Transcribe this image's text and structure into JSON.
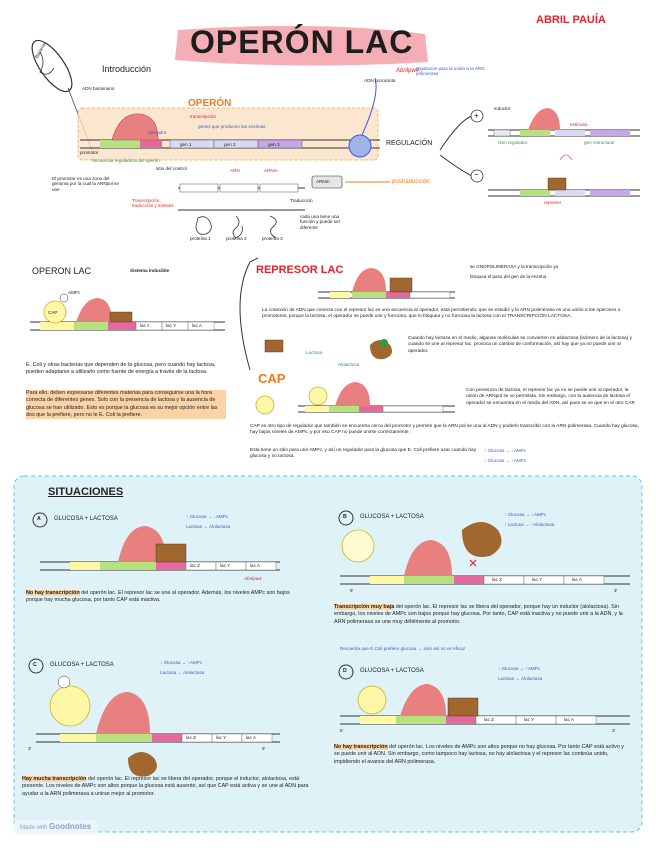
{
  "header": {
    "title": "OPERÓN LAC",
    "author": "ABRIL PAUÍA",
    "signature": "Abrilpw4"
  },
  "colors": {
    "title_highlight": "#f3a0a8",
    "operon_box": "#fbe0c4",
    "represor": "#e88080",
    "cap": "#fdf7a6",
    "polimerasa": "#a0682e",
    "promotor": "#b7e07f",
    "operador": "#e36a9a",
    "lac_gene": "#7b57c6",
    "situaciones_box": "#dff2f7",
    "accent_blue": "#3a5bd6",
    "accent_red": "#e0242c",
    "accent_orange": "#f07b1a"
  },
  "intro": {
    "heading": "Introducción",
    "bacteria_label": "Bacteria",
    "adn_bacteriano": "ADN bacteriano",
    "operon_label": "OPERÓN",
    "transcripcion": "transcripción",
    "genes_que_producen": "genes que producen las enzimas",
    "operador": "operador",
    "secuencia_reguladora": "secuencia reguladora",
    "promotor": "promotor",
    "secuencia_fija": "Secuencia reguladora del operón",
    "sitio_de_control": "sitio del control",
    "promotor_note": "El promotor es una zona del genoma por la cual la ARNpol se une",
    "gen1": "gen 1",
    "gen2": "gen 2",
    "gen3": "gen 3",
    "arn": "ARN",
    "arnm": "ARNm",
    "traduccion_note": "Transcripción, traducción y síntesis",
    "postraduccion": "postraducción",
    "traduccion": "Traducción",
    "proteina1": "proteína 1",
    "proteina2": "proteína 2",
    "proteina3": "proteína 3",
    "cada_una": "cada una tiene una función y puede ser diferente",
    "adn_procariota": "ADN procariota",
    "regulacion": "REGULACIÓN",
    "regulacion_note": "regulación para la unión a la ARN polimerasa",
    "union": "unión",
    "represor": "represor",
    "gen_regulador": "Gen regulador",
    "gen_estructural": "gen estructural",
    "plus": "+",
    "minus": "−",
    "inductor": "inductor",
    "estimula": "estimula"
  },
  "operon_lac_section": {
    "heading": "OPERON LAC",
    "arrow_label": "Sistema inducible",
    "cap": "CAP",
    "ampc": "AMPc",
    "genes": [
      "lac z",
      "lac Y",
      "lac A"
    ],
    "promotor": "promotor",
    "operador": "operador",
    "para1": "E. Coli y otras bacterias que dependen de la glucosa, pero cuando hay lactosa, pueden adaptarse a utilizarlo como fuente de energía a través de la lactosa.",
    "para2": "Para ello, deben expresarse diferentes materias para conseguirse una la hora correcta de diferentes genes. Solo con la presencia de lactosa y la ausencia de glucosa se han utilizado. Esto es porque la glucosa es su mejor opción entre las dos que la prefiere, pero no le E. Coli la prefiere."
  },
  "represor_lac": {
    "heading": "REPRESOR LAC",
    "side_note_1": "se GNOPOLIMERASA y la transcripción ya",
    "side_note_2": "bloquea el paso del gen de la enzima",
    "five_prime": "3'",
    "three_prime": "5'",
    "para": "La conexión de ADN que conecta con el represor lac es una secuencia al operador, está permitiendo, que se estudió y la ARN polimerasa es una unión a los operones o promotores, porque la lactosa, el operador se puede unir y funciona, que lo bloquea y no funciona la lactosa con el TRANSCRIPCIÓN LACTOSA.",
    "lactosa": "Lactosa",
    "alolactosa": "Alolactosa",
    "para2": "Cuando hay lactosa en el medio, algunas moléculas se convierten en alolactosa (isómero de la lactosa) y cuando se une al represor lac, provoca un cambio de conformación, así hay que ya no puede unir al operador."
  },
  "cap_section": {
    "heading": "CAP",
    "para1": "Con presencia de lactosa, el represor lac ya no se puede unir al operador, la unión de ARNpol se ve permitida. Sin embargo, con la ausencia de lactosa el operador se encuentra en el medio del ADN, así pues se ve que en el otro CAP.",
    "para2": "CAP es otro tipo de regulador que también se encuentra cerca del promotor y permite que la ARN pol se una al ADN y poderlo transcribir con la ARN polimerasa. Cuando hay glucosa, hay bajos niveles de AMPc, y por eso CAP no puede unirse correctamente.",
    "para3": "Esta tiene un sitio para unir AMPc, y así un regulador para la glucosa que E. Coli prefiere usar cuando hay glucosa y no lactosa.",
    "legend_1": "↑ Glucosa → ↓AMPc",
    "legend_2": "↓ Glucosa → ↑AMPc"
  },
  "situaciones": {
    "heading": "SITUACIONES",
    "a": {
      "letter": "A",
      "title": "GLUCOSA + LACTOSA",
      "legend1": "↑ Glucosa → ↓AMPc",
      "legend2": "Lactosa → Alolactosa",
      "text_hl": "No hay transcripción",
      "text": " del operón lac. El represor lac se une al operador. Además, los niveles AMPc son bajos porque hay mucha glucosa, por tanto CAP está inactiva.",
      "signature": "Abrilpw4"
    },
    "b": {
      "letter": "B",
      "title": "GLUCOSA + LACTOSA",
      "legend1": "↑ Glucosa → ↓AMPc",
      "legend2": "↑ Lactosa → ↑Alolactosa",
      "text_hl": "Transcripción muy baja",
      "text": " del operón lac. El represor lac se libera del operador, porque hay un inductor (alolactosa). Sin embargo, los niveles de AMPc son bajos porque hay glucosa. Por tanto, CAP está inactiva y no puede unir a la ADN, y la ARN polimerasa se une muy débilmente al promotor.",
      "note": "Recuerda que E.Coli prefiere glucosa → solo así no es eficaz"
    },
    "c": {
      "letter": "C",
      "title": "GLUCOSA + LACTOSA",
      "legend1": "↓ Glucosa → ↑AMPc",
      "legend2": "Lactosa → Alolactosa",
      "text_hl": "Hay mucha transcripción",
      "text": " del operón lac. El represor lac se libera del operador, porque el inductor, alolactosa, está presente. Los niveles de AMPc son altos porque la glucosa está ausente, así que CAP está activa y se une al ADN para ayudar a la ARN polimerasa a unirse mejor al promotor."
    },
    "d": {
      "letter": "D",
      "title": "GLUCOSA + LACTOSA",
      "legend1": "↓ Glucosa → ↑AMPc",
      "legend2": "Lactosa → Alolactosa",
      "text_hl": "No hay transcripción",
      "text": " del operón lac. Los niveles de AMPc son altos porque no hay glucosa. Por tanto CAP está activo y se puede unir al ADN. Sin embargo, como tampoco hay lactosa, no hay alolactosa y el represor lac continúa unido, impidiendo el avance del ARN polimerasa."
    },
    "genes": [
      "lac Z",
      "lac Y",
      "lac A"
    ],
    "five": "5'",
    "three": "3'"
  },
  "footer": {
    "made_with": "Made with",
    "app": "Goodnotes"
  }
}
